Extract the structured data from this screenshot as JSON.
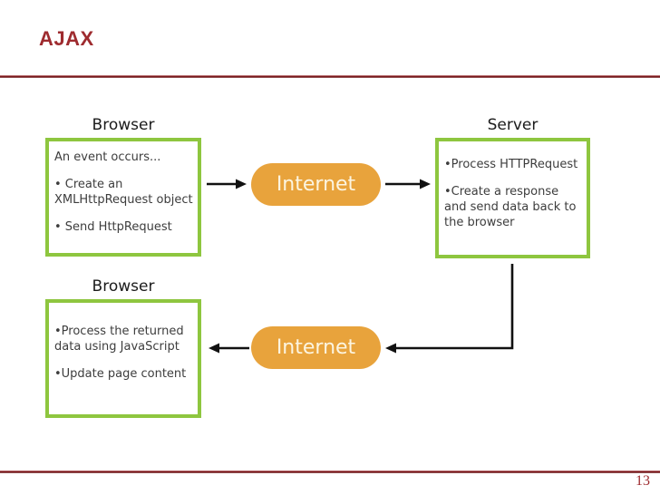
{
  "slide": {
    "title": "AJAX",
    "page_number": "13"
  },
  "colors": {
    "accent_red": "#9E2B2F",
    "rule_red": "#8A1E22",
    "box_border_green": "#8EC63F",
    "internet_orange": "#E8A33C",
    "internet_text": "#FCF5E1",
    "body_text": "#3D3D3D",
    "label_text": "#1B1B1B",
    "arrow_black": "#111111"
  },
  "diagram": {
    "request_browser": {
      "label": "Browser",
      "line1": "An event occurs...",
      "line2": "• Create an XMLHttpRequest object",
      "line3": "• Send HttpRequest"
    },
    "internet_request": {
      "label": "Internet"
    },
    "server": {
      "label": "Server",
      "line1": "•Process HTTPRequest",
      "line2": "•Create a response and send data back to the browser"
    },
    "internet_response": {
      "label": "Internet"
    },
    "response_browser": {
      "label": "Browser",
      "line1": "•Process the returned data using JavaScript",
      "line2": "•Update page content"
    }
  }
}
